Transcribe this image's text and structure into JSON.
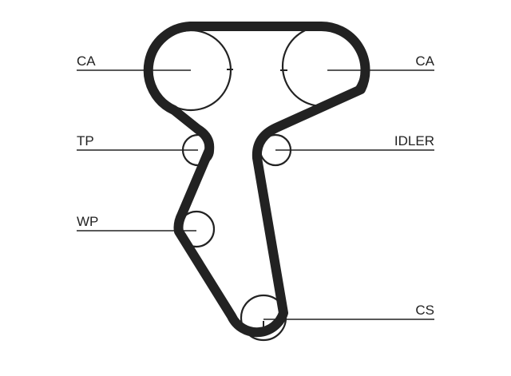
{
  "labels": {
    "ca_left": "CA",
    "ca_right": "CA",
    "tp": "TP",
    "idler": "IDLER",
    "wp": "WP",
    "cs": "CS"
  },
  "colors": {
    "belt": "#222222",
    "pulley": "#222222",
    "leader": "#222222",
    "background": "#ffffff"
  }
}
